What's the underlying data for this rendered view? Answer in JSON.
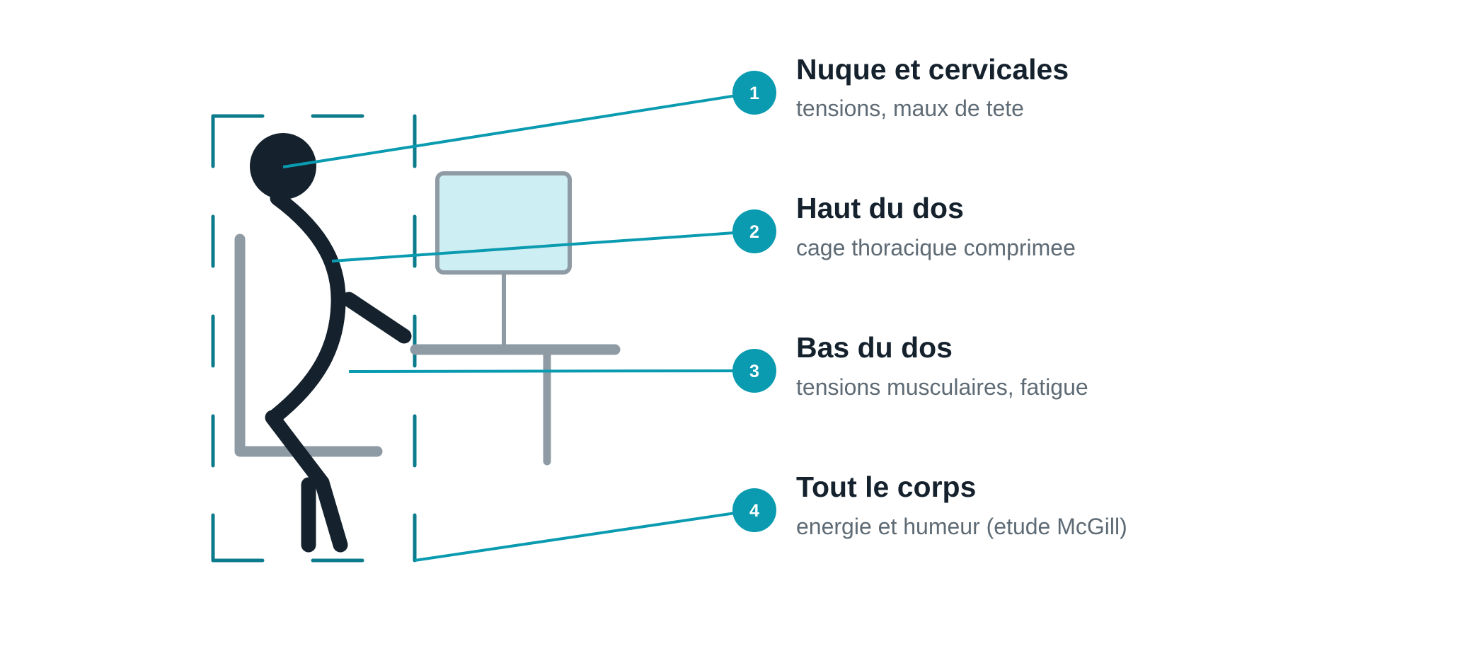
{
  "colors": {
    "accent": "#0a9bb0",
    "frame": "#0c7b8c",
    "figure": "#15222d",
    "furniture": "#8f9ba4",
    "screen_fill": "#cdeef2",
    "title": "#15222d",
    "description": "#5e6b75",
    "background": "#ffffff"
  },
  "callouts": [
    {
      "number": "1",
      "title": "Nuque et cervicales",
      "description": "tensions, maux de tete"
    },
    {
      "number": "2",
      "title": "Haut du dos",
      "description": "cage thoracique comprimee"
    },
    {
      "number": "3",
      "title": "Bas du dos",
      "description": "tensions musculaires, fatigue"
    },
    {
      "number": "4",
      "title": "Tout le corps",
      "description": "energie et humeur (etude McGill)"
    }
  ]
}
